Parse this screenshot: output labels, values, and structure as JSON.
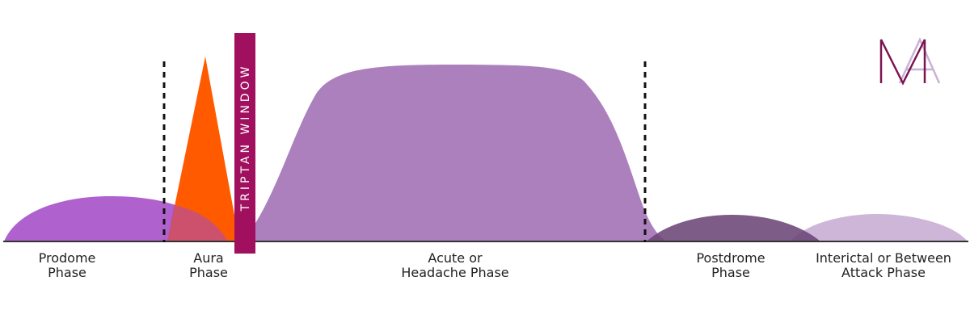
{
  "triptan": {
    "label": "TRIPTAN WINDOW"
  },
  "logo": {
    "text": "MA"
  },
  "phases": [
    {
      "line1": "Prodome",
      "line2": "Phase"
    },
    {
      "line1": "Aura",
      "line2": "Phase"
    },
    {
      "line1": "Acute or",
      "line2": "Headache Phase"
    },
    {
      "line1": "Postdrome",
      "line2": "Phase"
    },
    {
      "line1": "Interictal or Between",
      "line2": "Attack Phase"
    }
  ],
  "colors": {
    "prodrome": "#a44bc7",
    "aura": "#ff5a00",
    "headache": "#9c6ab2",
    "postdrome": "#6b4676",
    "interictal": "#c9aed4",
    "triptan_band": "#a0105e",
    "logo_m": "#7a1550",
    "logo_a": "#c7b3d6",
    "baseline": "#333333"
  }
}
